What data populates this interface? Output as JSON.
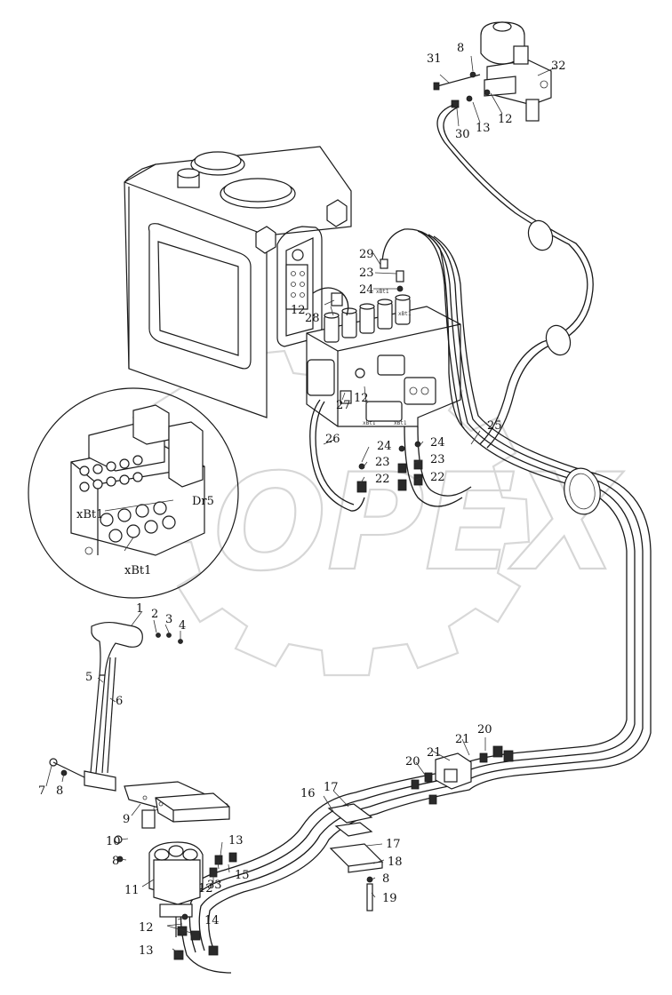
{
  "watermark": {
    "text": "OPEX",
    "color": "#d8d8d8"
  },
  "detail_labels": [
    "xBt1",
    "Dr5",
    "xBt1"
  ],
  "callouts": [
    {
      "id": "c31",
      "text": "31"
    },
    {
      "id": "c8a",
      "text": "8"
    },
    {
      "id": "c32",
      "text": "32"
    },
    {
      "id": "c30",
      "text": "30"
    },
    {
      "id": "c13a",
      "text": "13"
    },
    {
      "id": "c12a",
      "text": "12"
    },
    {
      "id": "c29",
      "text": "29"
    },
    {
      "id": "c23a",
      "text": "23"
    },
    {
      "id": "c24a",
      "text": "24"
    },
    {
      "id": "c12b",
      "text": "12"
    },
    {
      "id": "c28",
      "text": "28"
    },
    {
      "id": "c27",
      "text": "27"
    },
    {
      "id": "c12c",
      "text": "12"
    },
    {
      "id": "c25",
      "text": "25"
    },
    {
      "id": "c26",
      "text": "26"
    },
    {
      "id": "c24b",
      "text": "24"
    },
    {
      "id": "c23b",
      "text": "23"
    },
    {
      "id": "c22a",
      "text": "22"
    },
    {
      "id": "c24c",
      "text": "24"
    },
    {
      "id": "c23c",
      "text": "23"
    },
    {
      "id": "c22b",
      "text": "22"
    },
    {
      "id": "c1",
      "text": "1"
    },
    {
      "id": "c2",
      "text": "2"
    },
    {
      "id": "c3",
      "text": "3"
    },
    {
      "id": "c4",
      "text": "4"
    },
    {
      "id": "c5",
      "text": "5"
    },
    {
      "id": "c6",
      "text": "6"
    },
    {
      "id": "c7",
      "text": "7"
    },
    {
      "id": "c8b",
      "text": "8"
    },
    {
      "id": "c9",
      "text": "9"
    },
    {
      "id": "c10",
      "text": "10"
    },
    {
      "id": "c8c",
      "text": "8"
    },
    {
      "id": "c11",
      "text": "11"
    },
    {
      "id": "c13b",
      "text": "13"
    },
    {
      "id": "c12d",
      "text": "12"
    },
    {
      "id": "c33",
      "text": "33"
    },
    {
      "id": "c15",
      "text": "15"
    },
    {
      "id": "c12e",
      "text": "12"
    },
    {
      "id": "c14",
      "text": "14"
    },
    {
      "id": "c13c",
      "text": "13"
    },
    {
      "id": "c16",
      "text": "16"
    },
    {
      "id": "c17a",
      "text": "17"
    },
    {
      "id": "c17b",
      "text": "17"
    },
    {
      "id": "c18",
      "text": "18"
    },
    {
      "id": "c8d",
      "text": "8"
    },
    {
      "id": "c19",
      "text": "19"
    },
    {
      "id": "c20a",
      "text": "20"
    },
    {
      "id": "c21a",
      "text": "21"
    },
    {
      "id": "c21b",
      "text": "21"
    },
    {
      "id": "c20b",
      "text": "20"
    }
  ]
}
